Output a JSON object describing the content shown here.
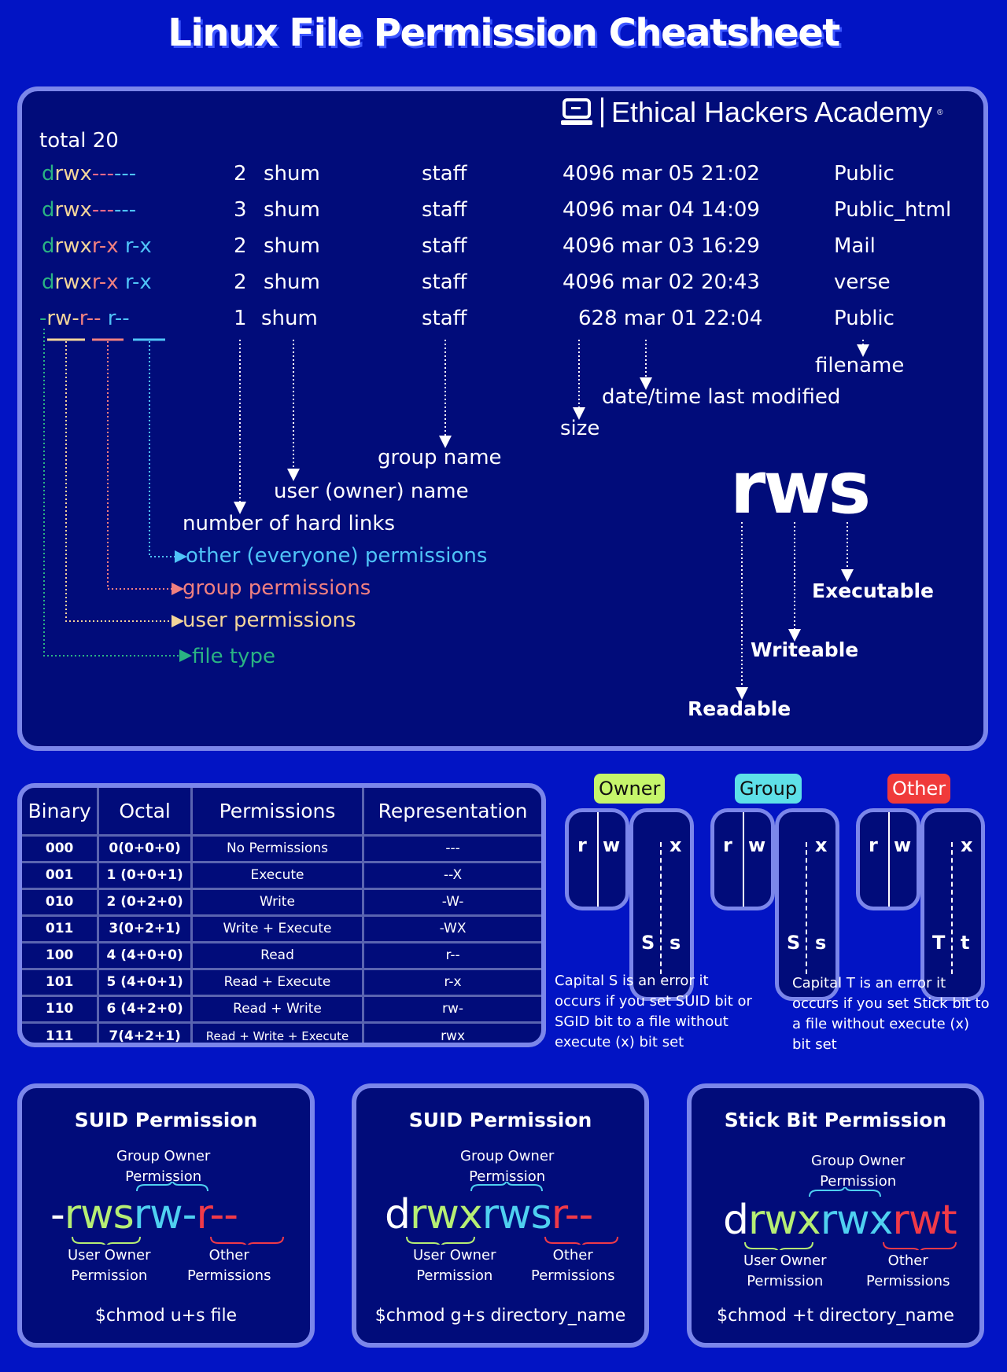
{
  "title": "Linux File Permission Cheatsheet",
  "brand": {
    "name": "Ethical Hackers Academy",
    "mark": "®",
    "icon": "laptop-icon"
  },
  "colors": {
    "background": "#0214c4",
    "panel": "#010c7a",
    "panel_border": "#7b86ea",
    "file_type": "#2ab383",
    "user": "#f2d59a",
    "group": "#f08080",
    "other": "#4fc3f7",
    "owner_tag": "#c6f56b",
    "group_tag": "#5ee0e8",
    "other_tag": "#f03a3a"
  },
  "listing": {
    "total": "total 20",
    "rows": [
      {
        "type": "d",
        "user": "rwx",
        "group": "---",
        "other": "---",
        "links": "2",
        "owner": "shum",
        "grp": "staff",
        "size_date": "4096 mar 05 21:02",
        "name": "Public"
      },
      {
        "type": "d",
        "user": "rwx",
        "group": "---",
        "other": "---",
        "links": "3",
        "owner": "shum",
        "grp": "staff",
        "size_date": "4096 mar 04 14:09",
        "name": "Public_html"
      },
      {
        "type": "d",
        "user": "rwx",
        "group": "r-x",
        "other": "r-x",
        "links": "2",
        "owner": "shum",
        "grp": "staff",
        "size_date": "4096 mar 03 16:29",
        "name": "Mail"
      },
      {
        "type": "d",
        "user": "rwx",
        "group": "r-x",
        "other": "r-x",
        "links": "2",
        "owner": "shum",
        "grp": "staff",
        "size_date": "4096 mar 02 20:43",
        "name": "verse"
      },
      {
        "type": "-",
        "user": "rw-",
        "group": "r--",
        "other": "r--",
        "links": "1",
        "owner": "shum",
        "grp": "staff",
        "size_date": "628 mar 01 22:04",
        "name": "Public"
      }
    ]
  },
  "annotations": {
    "filename": "filename",
    "datetime": "date/time last modified",
    "size": "size",
    "group_name": "group name",
    "owner_name": "user (owner) name",
    "hard_links": "number of hard links",
    "other_perms": "other (everyone) permissions",
    "group_perms": "group permissions",
    "user_perms": "user permissions",
    "file_type": "file type"
  },
  "rws": {
    "text": "rws",
    "executable": "Executable",
    "writeable": "Writeable",
    "readable": "Readable"
  },
  "table": {
    "headers": [
      "Binary",
      "Octal",
      "Permissions",
      "Representation"
    ],
    "rows": [
      [
        "000",
        "0(0+0+0)",
        "No Permissions",
        "---"
      ],
      [
        "001",
        "1 (0+0+1)",
        "Execute",
        "--X"
      ],
      [
        "010",
        "2 (0+2+0)",
        "Write",
        "-W-"
      ],
      [
        "011",
        "3(0+2+1)",
        "Write + Execute",
        "-WX"
      ],
      [
        "100",
        "4 (4+0+0)",
        "Read",
        "r--"
      ],
      [
        "101",
        "5 (4+0+1)",
        "Read + Execute",
        "r-x"
      ],
      [
        "110",
        "6 (4+2+0)",
        "Read + Write",
        "rw-"
      ],
      [
        "111",
        "7(4+2+1)",
        "Read + Write + Execute",
        "rwx"
      ]
    ]
  },
  "special_bits": {
    "groups": [
      {
        "label": "Owner",
        "r": "r",
        "w": "w",
        "x": "x",
        "upper": "S",
        "lower": "s"
      },
      {
        "label": "Group",
        "r": "r",
        "w": "w",
        "x": "x",
        "upper": "S",
        "lower": "s"
      },
      {
        "label": "Other",
        "r": "r",
        "w": "w",
        "x": "x",
        "upper": "T",
        "lower": "t"
      }
    ],
    "note_s": [
      "Capital S is an error it",
      "occurs if you set SUID bit or",
      "SGID bit to a file without",
      "execute (x) bit set"
    ],
    "note_t": [
      "Capital T is an error it",
      "occurs if you set Stick bit to",
      "a file without execute (x)",
      "bit set"
    ]
  },
  "cards": [
    {
      "title": "SUID Permission",
      "group_label": [
        "Group Owner",
        "Permission"
      ],
      "perm": {
        "type": "-",
        "user": "rws",
        "group": "rw-",
        "other": "r--"
      },
      "user_label": [
        "User Owner",
        "Permission"
      ],
      "other_label": [
        "Other",
        "Permissions"
      ],
      "command": "$chmod u+s file"
    },
    {
      "title": "SUID Permission",
      "group_label": [
        "Group Owner",
        "Permission"
      ],
      "perm": {
        "type": "d",
        "user": "rwx",
        "group": "rws",
        "other": "r--"
      },
      "user_label": [
        "User Owner",
        "Permission"
      ],
      "other_label": [
        "Other",
        "Permissions"
      ],
      "command": "$chmod g+s directory_name"
    },
    {
      "title": "Stick Bit Permission",
      "group_label": [
        "Group Owner",
        "Permission"
      ],
      "perm": {
        "type": "d",
        "user": "rwx",
        "group": "rwx",
        "other": "rwt"
      },
      "user_label": [
        "User Owner",
        "Permission"
      ],
      "other_label": [
        "Other",
        "Permissions"
      ],
      "command": "$chmod +t directory_name"
    }
  ]
}
